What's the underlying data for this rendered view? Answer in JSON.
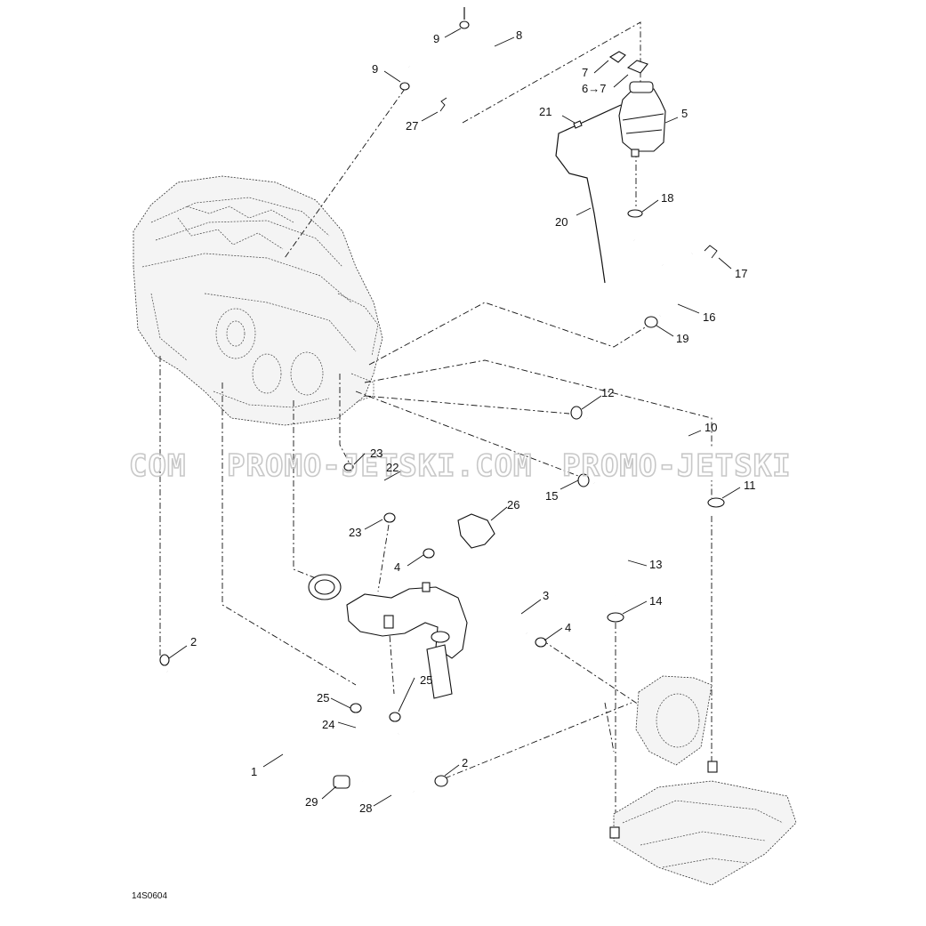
{
  "diagram": {
    "reference_code": "14S0604",
    "watermark_segments": [
      "COM",
      "PROMO-JETSKI.COM",
      "PROMO-JETSKI"
    ],
    "callouts": [
      {
        "id": "c1",
        "text": "1"
      },
      {
        "id": "c2a",
        "text": "2"
      },
      {
        "id": "c2b",
        "text": "2"
      },
      {
        "id": "c3",
        "text": "3"
      },
      {
        "id": "c4a",
        "text": "4"
      },
      {
        "id": "c4b",
        "text": "4"
      },
      {
        "id": "c5",
        "text": "5"
      },
      {
        "id": "c6",
        "text": "6→7"
      },
      {
        "id": "c7",
        "text": "7"
      },
      {
        "id": "c8",
        "text": "8"
      },
      {
        "id": "c9a",
        "text": "9"
      },
      {
        "id": "c9b",
        "text": "9"
      },
      {
        "id": "c10",
        "text": "10"
      },
      {
        "id": "c11",
        "text": "11"
      },
      {
        "id": "c12",
        "text": "12"
      },
      {
        "id": "c13",
        "text": "13"
      },
      {
        "id": "c14",
        "text": "14"
      },
      {
        "id": "c15",
        "text": "15"
      },
      {
        "id": "c16",
        "text": "16"
      },
      {
        "id": "c17",
        "text": "17"
      },
      {
        "id": "c18",
        "text": "18"
      },
      {
        "id": "c19",
        "text": "19"
      },
      {
        "id": "c20",
        "text": "20"
      },
      {
        "id": "c21",
        "text": "21"
      },
      {
        "id": "c22",
        "text": "22"
      },
      {
        "id": "c23a",
        "text": "23"
      },
      {
        "id": "c23b",
        "text": "23"
      },
      {
        "id": "c24",
        "text": "24"
      },
      {
        "id": "c25a",
        "text": "25"
      },
      {
        "id": "c25b",
        "text": "25"
      },
      {
        "id": "c26",
        "text": "26"
      },
      {
        "id": "c27",
        "text": "27"
      },
      {
        "id": "c28",
        "text": "28"
      },
      {
        "id": "c29",
        "text": "29"
      }
    ]
  }
}
